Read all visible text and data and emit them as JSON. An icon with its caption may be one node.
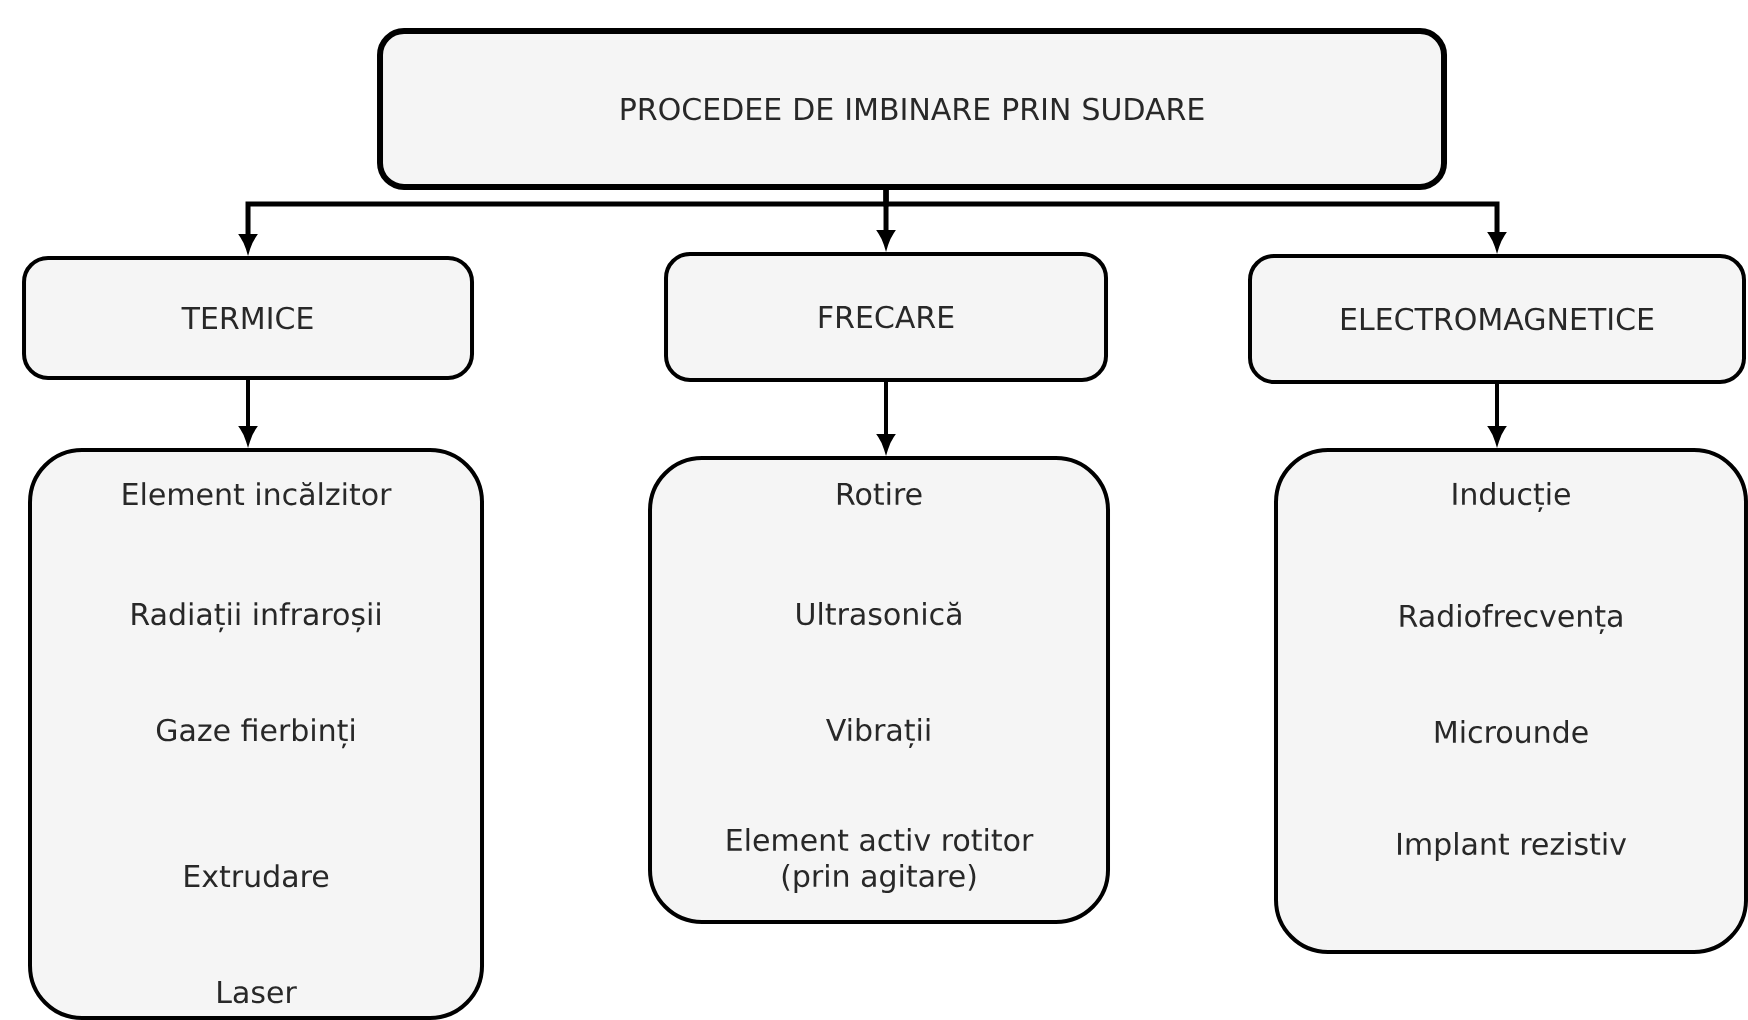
{
  "diagram": {
    "nodes": [
      {
        "text": [
          "PROCEDEE DE IMBINARE PRIN SUDARE"
        ]
      },
      {
        "text": [
          "TERMICE"
        ]
      },
      {
        "text": [
          "FRECARE"
        ]
      },
      {
        "text": [
          "ELECTROMAGNETICE"
        ]
      },
      {
        "text": [
          "Element incălzitor",
          "Radiații infraroșii",
          "Gaze fierbinți",
          "Extrudare",
          "Laser"
        ]
      },
      {
        "text": [
          "Rotire",
          "Ultrasonică",
          "Vibrații",
          "Element activ rotitor (prin agitare)"
        ]
      },
      {
        "text": [
          "Inducție",
          "Radiofrecvența",
          "Microunde",
          "Implant rezistiv"
        ]
      }
    ],
    "edges": [
      {
        "from": 0,
        "to": 1,
        "arrow": "to"
      },
      {
        "from": 0,
        "to": 2,
        "arrow": "to"
      },
      {
        "from": 0,
        "to": 3,
        "arrow": "to"
      },
      {
        "from": 1,
        "to": 4,
        "arrow": "to"
      },
      {
        "from": 2,
        "to": 5,
        "arrow": "to"
      },
      {
        "from": 3,
        "to": 6,
        "arrow": "to"
      }
    ]
  }
}
